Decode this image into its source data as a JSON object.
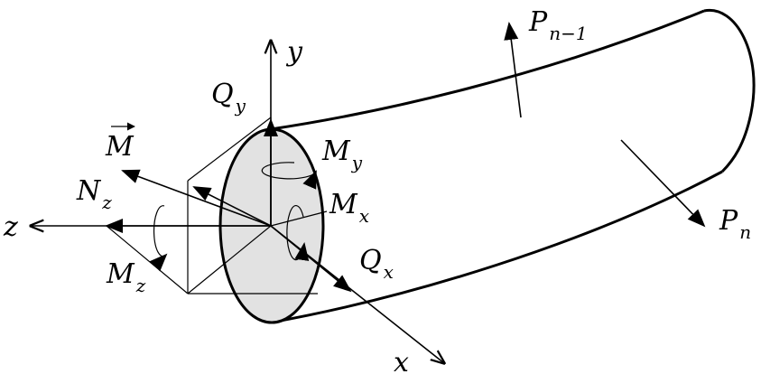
{
  "labels": {
    "y_axis": "y",
    "z_axis": "z",
    "x_axis": "x",
    "q_y_main": "Q",
    "q_y_sub": "y",
    "m_vec": "M",
    "m_y_main": "M",
    "m_y_sub": "y",
    "m_x_main": "M",
    "m_x_sub": "x",
    "n_z_main": "N",
    "n_z_sub": "z",
    "m_z_main": "M",
    "m_z_sub": "z",
    "q_x_main": "Q",
    "q_x_sub": "x",
    "p_n1_main": "P",
    "p_n1_sub": "n−1",
    "p_n_main": "P",
    "p_n_sub": "n"
  },
  "colors": {
    "section_fill": "#e2e2e2",
    "stroke": "#000000"
  }
}
